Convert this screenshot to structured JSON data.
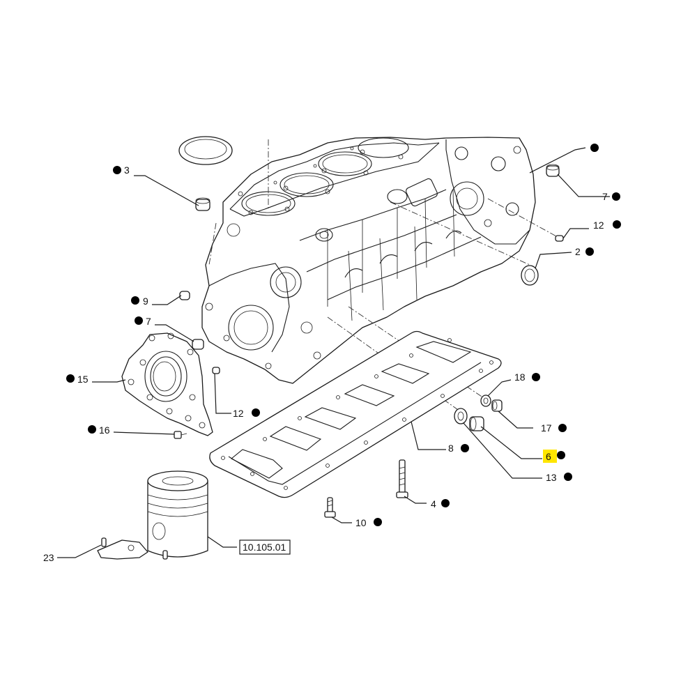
{
  "callouts": {
    "c3": "3",
    "c7_right": "7",
    "c12_right": "12",
    "c2": "2",
    "c9": "9",
    "c7_left": "7",
    "c15": "15",
    "c12_left": "12",
    "c16": "16",
    "c18": "18",
    "c17": "17",
    "c8": "8",
    "c6": "6",
    "c13": "13",
    "c4": "4",
    "c10": "10",
    "c23": "23"
  },
  "reference_box": "10.105.01",
  "highlight_color": "#ffe600",
  "highlighted_item": "6"
}
